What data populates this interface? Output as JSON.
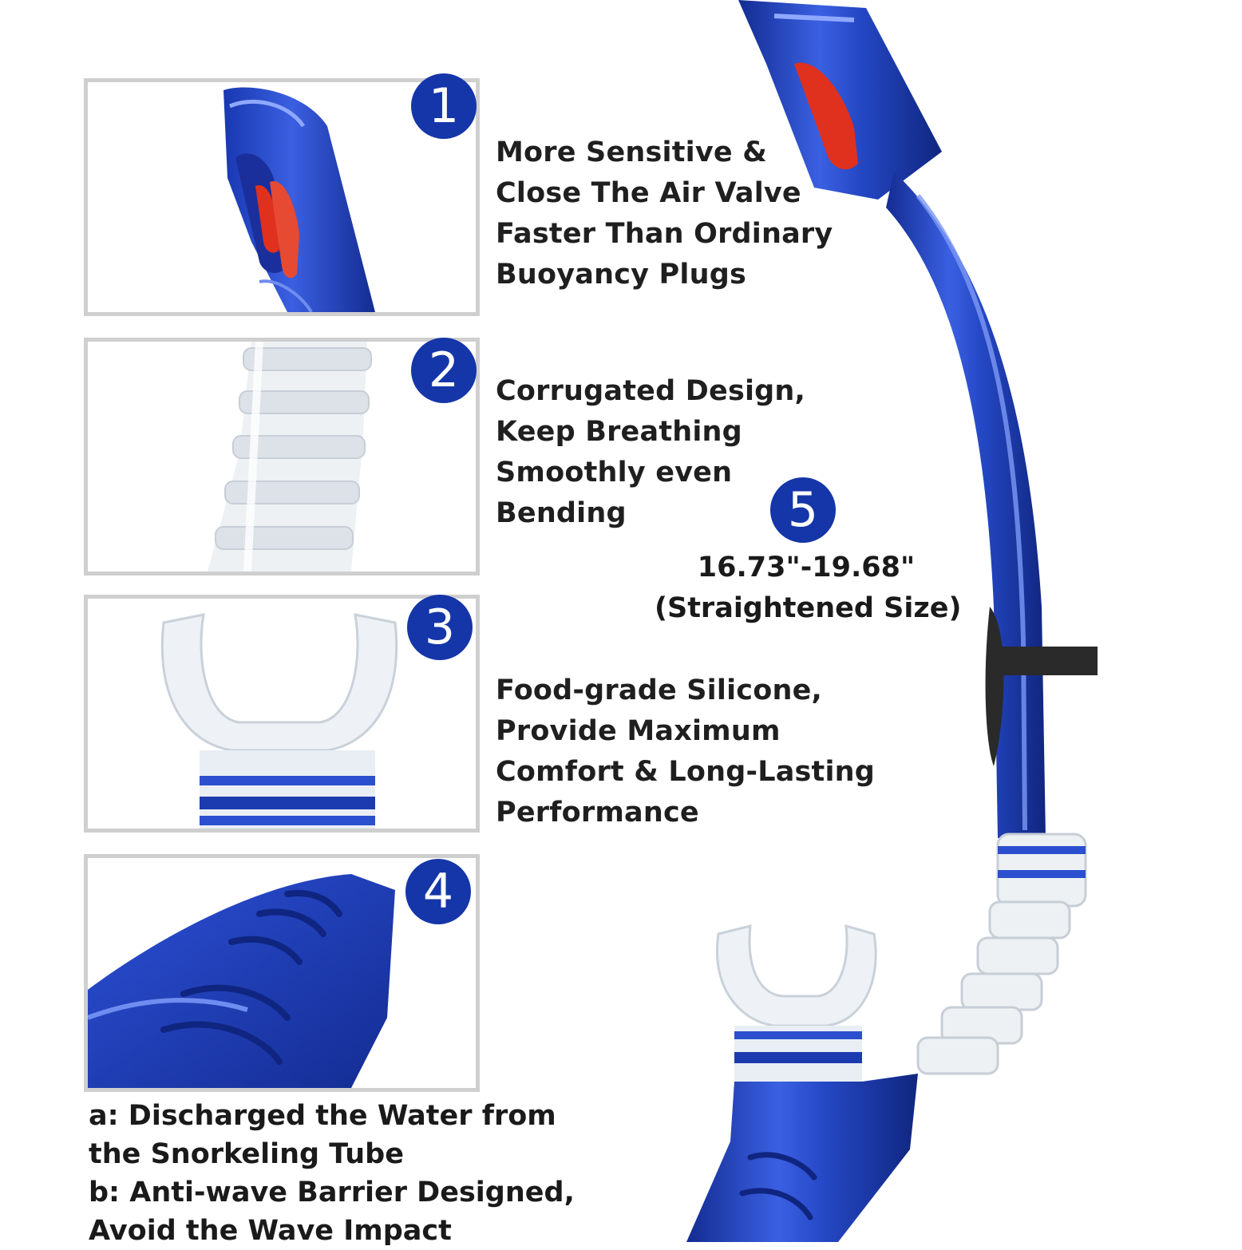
{
  "colors": {
    "badge": "#1536a8",
    "snorkel_blue": "#1f3fb4",
    "valve_red": "#e0301e",
    "panel_border": "#cfcfcf"
  },
  "panels": [
    {
      "badge": "1",
      "icon": "valve-top-closeup"
    },
    {
      "badge": "2",
      "icon": "corrugated-tube-closeup"
    },
    {
      "badge": "3",
      "icon": "silicone-mouthpiece-closeup"
    },
    {
      "badge": "4",
      "icon": "purge-valve-closeup"
    }
  ],
  "features": [
    {
      "lines": [
        "More Sensitive &",
        "Close The Air Valve",
        "Faster Than Ordinary",
        "Buoyancy Plugs"
      ]
    },
    {
      "lines": [
        "Corrugated Design,",
        "Keep Breathing",
        "Smoothly even",
        "Bending"
      ]
    },
    {
      "lines": [
        "Food-grade Silicone,",
        "Provide Maximum",
        "Comfort & Long-Lasting",
        "Performance"
      ]
    }
  ],
  "size": {
    "badge": "5",
    "line1": "16.73\"-19.68\"",
    "line2": "(Straightened Size)"
  },
  "caption": {
    "lines": [
      "a: Discharged the Water from",
      "the Snorkeling Tube",
      "b: Anti-wave Barrier Designed,",
      "Avoid the Wave Impact"
    ]
  }
}
